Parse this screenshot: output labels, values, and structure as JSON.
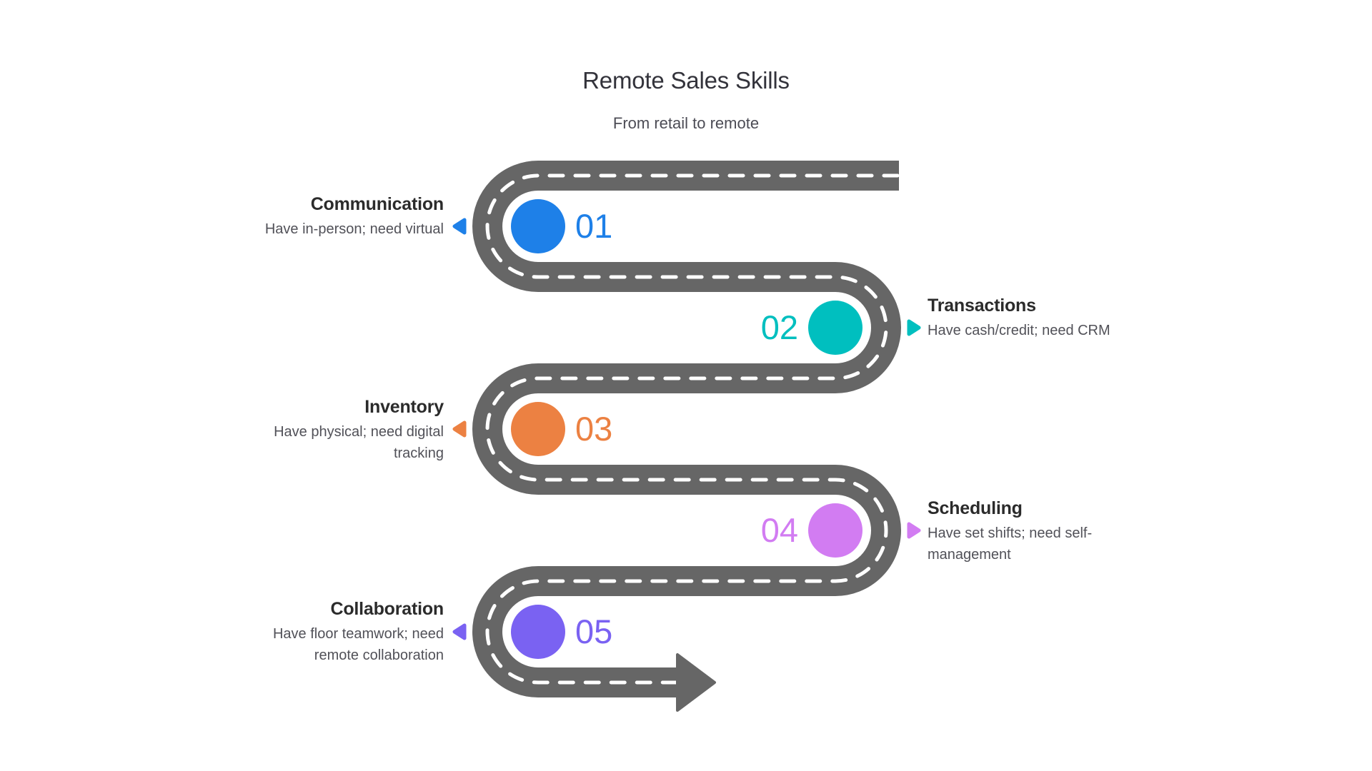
{
  "header": {
    "title": "Remote Sales Skills",
    "subtitle": "From retail to remote"
  },
  "road": {
    "color": "#666666",
    "center_line_color": "#ffffff"
  },
  "milestones": [
    {
      "number": "01",
      "label": "Communication",
      "description": "Have in-person; need virtual",
      "color": "#1e80e8",
      "side": "left"
    },
    {
      "number": "02",
      "label": "Transactions",
      "description": "Have cash/credit; need CRM",
      "color": "#00bfbf",
      "side": "right"
    },
    {
      "number": "03",
      "label": "Inventory",
      "description": "Have physical; need digital tracking",
      "color": "#ec8142",
      "side": "left"
    },
    {
      "number": "04",
      "label": "Scheduling",
      "description": "Have set shifts; need self-management",
      "color": "#d27cf2",
      "side": "right"
    },
    {
      "number": "05",
      "label": "Collaboration",
      "description": "Have floor teamwork; need remote collaboration",
      "color": "#7a62f2",
      "side": "left"
    }
  ]
}
